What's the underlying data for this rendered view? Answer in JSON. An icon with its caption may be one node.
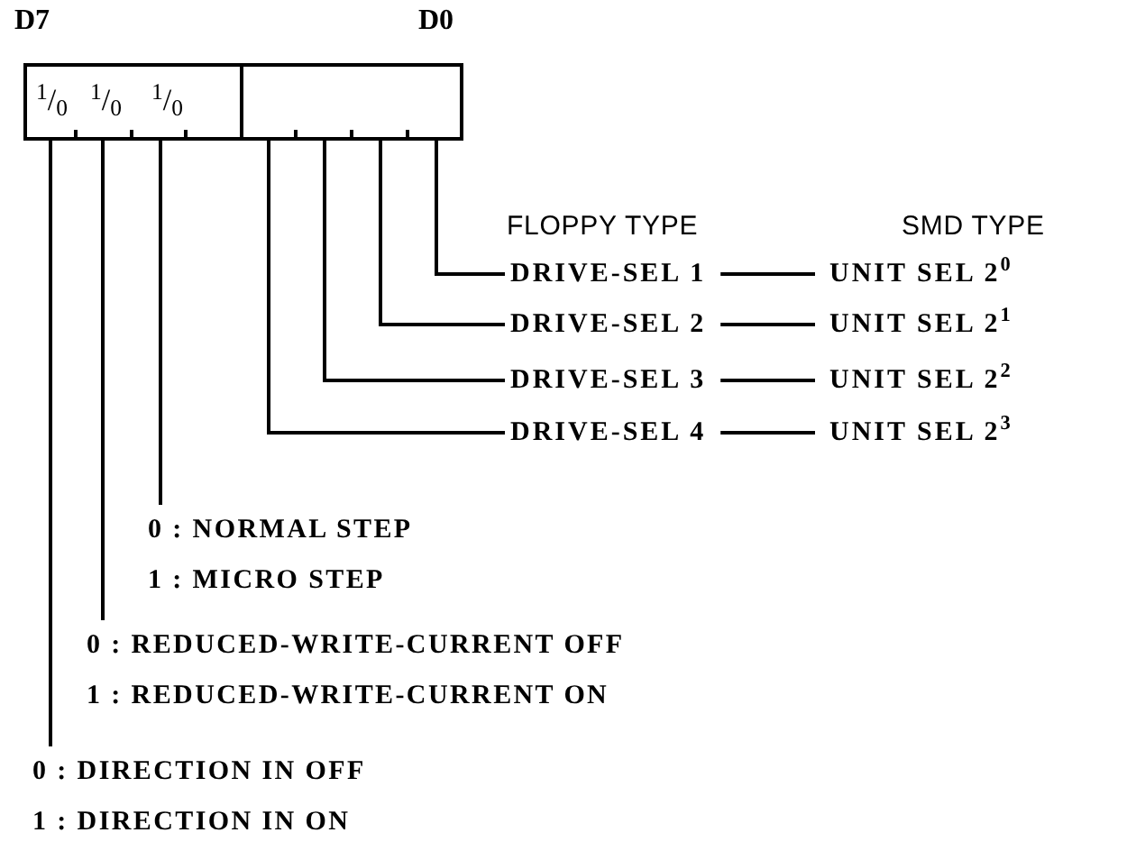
{
  "diagram": {
    "nodes": [
      {
        "text": [
          "$^{1}$/$_{0}$",
          "$^{1}$/$_{0}$",
          "$^{1}$/$_{0}$"
        ]
      },
      {
        "text": [
          "DRIVE-SEL 1"
        ]
      },
      {
        "text": [
          "DRIVE-SEL 2"
        ]
      },
      {
        "text": [
          "DRIVE-SEL 3"
        ]
      },
      {
        "text": [
          "DRIVE-SEL 4"
        ]
      },
      {
        "text": [
          "UNIT SEL 2$^{0}$"
        ]
      },
      {
        "text": [
          "UNIT SEL 2$^{1}$"
        ]
      },
      {
        "text": [
          "UNIT SEL 2$^{2}$"
        ]
      },
      {
        "text": [
          "UNIT SEL 2$^{3}$"
        ]
      },
      {
        "text": [
          "0 : NORMAL STEP",
          "1 : MICRO STEP"
        ]
      },
      {
        "text": [
          "0 : REDUCED-WRITE-CURRENT OFF",
          "1 : REDUCED-WRITE-CURRENT ON"
        ]
      },
      {
        "text": [
          "0 : DIRECTION IN OFF",
          "1 : DIRECTION IN ON"
        ]
      }
    ],
    "edges": [
      {
        "from": 0,
        "to": 1,
        "arrow": "none"
      },
      {
        "from": 0,
        "to": 2,
        "arrow": "none"
      },
      {
        "from": 0,
        "to": 3,
        "arrow": "none"
      },
      {
        "from": 0,
        "to": 4,
        "arrow": "none"
      },
      {
        "from": 1,
        "to": 5,
        "arrow": "none"
      },
      {
        "from": 2,
        "to": 6,
        "arrow": "none"
      },
      {
        "from": 3,
        "to": 7,
        "arrow": "none"
      },
      {
        "from": 4,
        "to": 8,
        "arrow": "none"
      },
      {
        "from": 0,
        "to": 9,
        "arrow": "none"
      },
      {
        "from": 0,
        "to": 10,
        "arrow": "none"
      },
      {
        "from": 0,
        "to": 11,
        "arrow": "none"
      }
    ],
    "labels": [
      "D7",
      "D0",
      "FLOPPY TYPE",
      "SMD TYPE"
    ]
  }
}
